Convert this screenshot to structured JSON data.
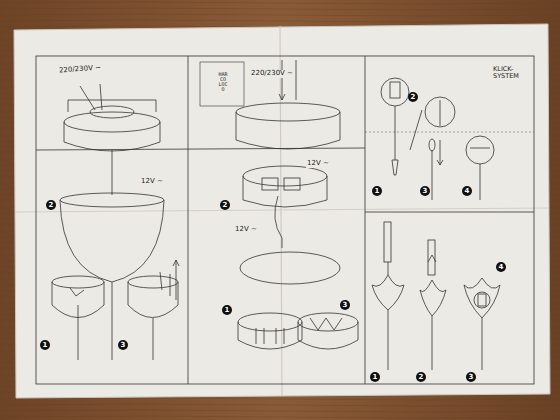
{
  "diagram": {
    "labels": [
      "220/230V ~",
      "12V ~",
      "2",
      "1",
      "3",
      "HARCO LOCO",
      "220/230V ~",
      "12V ~",
      "2",
      "12V ~",
      "1",
      "3",
      "KLICK-SYSTEM",
      "1",
      "2",
      "3",
      "4",
      "4",
      "1",
      "2",
      "3"
    ]
  }
}
